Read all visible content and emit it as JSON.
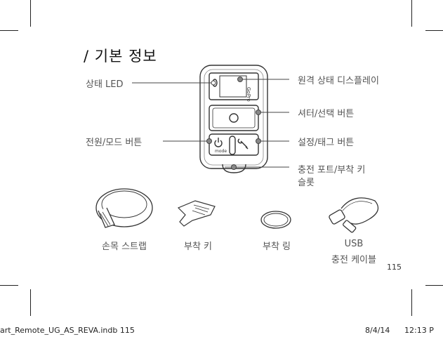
{
  "page": {
    "title": "/ 기본 정보",
    "page_number": "115"
  },
  "remote": {
    "brand_text": "GoPro",
    "mode_label": "mode"
  },
  "callouts": {
    "status_led": "상태 LED",
    "remote_display": "원격 상태 디스플레이",
    "shutter_select": "셔터/선택 버튼",
    "power_mode": "전원/모드 버튼",
    "settings_tag": "설정/태그 버튼",
    "charge_port_line1": "충전 포트/부착 키",
    "charge_port_line2": "슬롯"
  },
  "accessories": {
    "wrist_strap": "손목 스트랩",
    "attachment_key": "부착 키",
    "attachment_ring": "부착 링",
    "usb_line1": "USB",
    "usb_line2": "충전 케이블"
  },
  "footer": {
    "file_name": "art_Remote_UG_AS_REVA.indb   115",
    "date": "8/4/14",
    "time": "12:13 P"
  }
}
